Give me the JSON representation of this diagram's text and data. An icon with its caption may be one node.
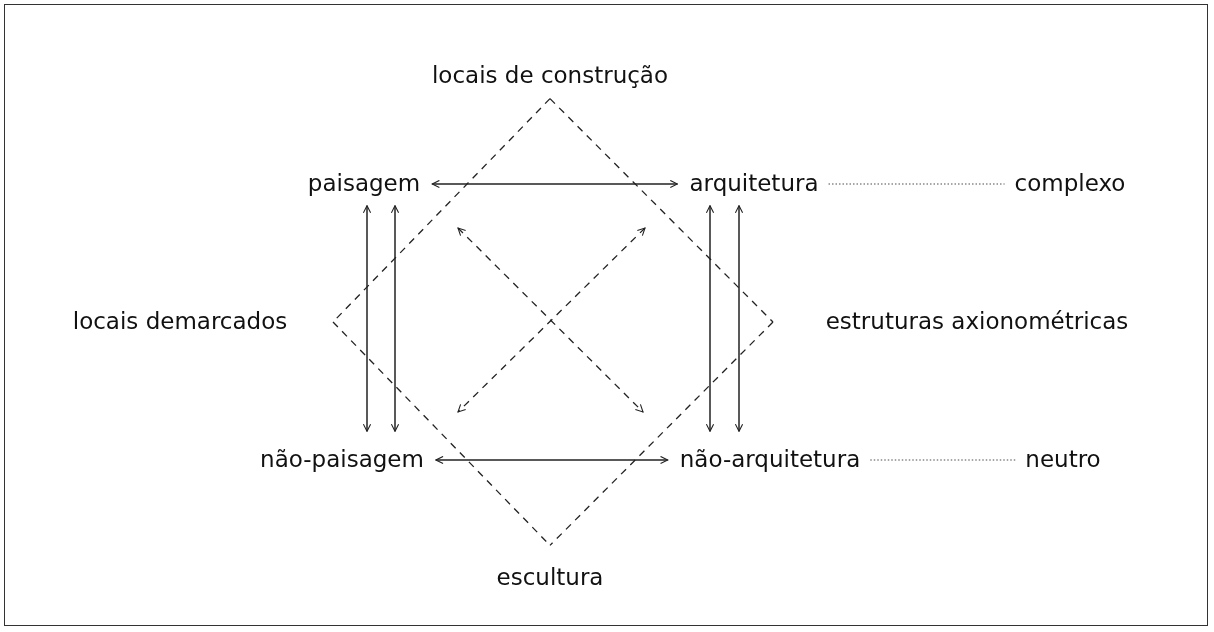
{
  "diagram": {
    "nodes": [
      {
        "text": [
          "locais de construção"
        ]
      },
      {
        "text": [
          "paisagem"
        ]
      },
      {
        "text": [
          "arquitetura"
        ]
      },
      {
        "text": [
          "complexo"
        ]
      },
      {
        "text": [
          "locais demarcados"
        ]
      },
      {
        "text": [
          "estruturas axionométricas"
        ]
      },
      {
        "text": [
          "não-paisagem"
        ]
      },
      {
        "text": [
          "não-arquitetura"
        ]
      },
      {
        "text": [
          "neutro"
        ]
      },
      {
        "text": [
          "escultura"
        ]
      }
    ],
    "edges": [
      {
        "from": 1,
        "to": 2,
        "arrow": "both"
      },
      {
        "from": 1,
        "to": 6,
        "arrow": "both"
      },
      {
        "from": 1,
        "to": 6,
        "arrow": "both"
      },
      {
        "from": 2,
        "to": 7,
        "arrow": "both"
      },
      {
        "from": 2,
        "to": 7,
        "arrow": "both"
      },
      {
        "from": 6,
        "to": 7,
        "arrow": "both"
      },
      {
        "from": 1,
        "to": 7,
        "arrow": "both",
        "style": "dashed"
      },
      {
        "from": 2,
        "to": 6,
        "arrow": "both",
        "style": "dashed"
      },
      {
        "from": 2,
        "to": 3,
        "arrow": "none",
        "style": "dashed",
        "color": "#888888"
      },
      {
        "from": 7,
        "to": 8,
        "arrow": "none",
        "style": "dashed",
        "color": "#888888"
      },
      {
        "from": 0,
        "to": 4,
        "arrow": "none",
        "style": "dashed"
      },
      {
        "from": 0,
        "to": 5,
        "arrow": "none",
        "style": "dashed"
      },
      {
        "from": 4,
        "to": 9,
        "arrow": "none",
        "style": "dashed"
      },
      {
        "from": 5,
        "to": 9,
        "arrow": "none",
        "style": "dashed"
      }
    ]
  }
}
